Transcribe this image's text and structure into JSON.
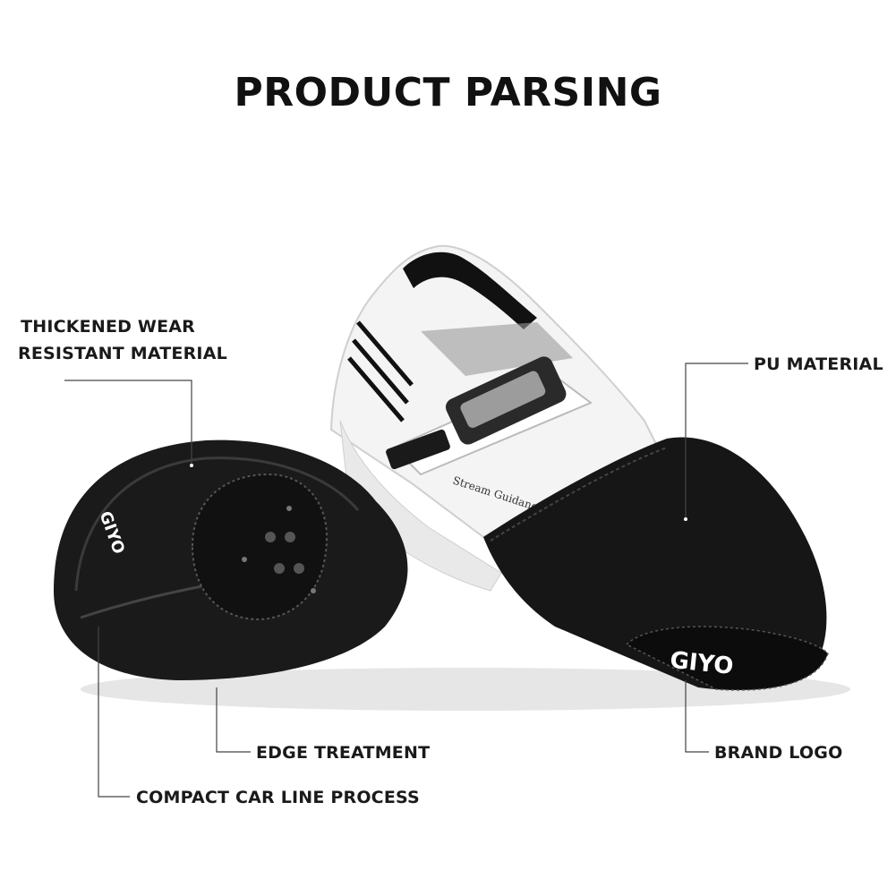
{
  "title": "PRODUCT PARSING",
  "callouts": {
    "thickened_line1": "THICKENED WEAR",
    "thickened_line2": "RESISTANT MATERIAL",
    "pu": "PU MATERIAL",
    "edge": "EDGE TREATMENT",
    "brand": "BRAND LOGO",
    "compact": "COMPACT CAR LINE PROCESS"
  },
  "products": {
    "logo_text": "GIYO",
    "shoe_side_text": "Stream Guidance"
  },
  "colors": {
    "background": "#ffffff",
    "cover": "#141414",
    "shoe": "#f2f2f2",
    "accent_text": "#ffffff"
  }
}
